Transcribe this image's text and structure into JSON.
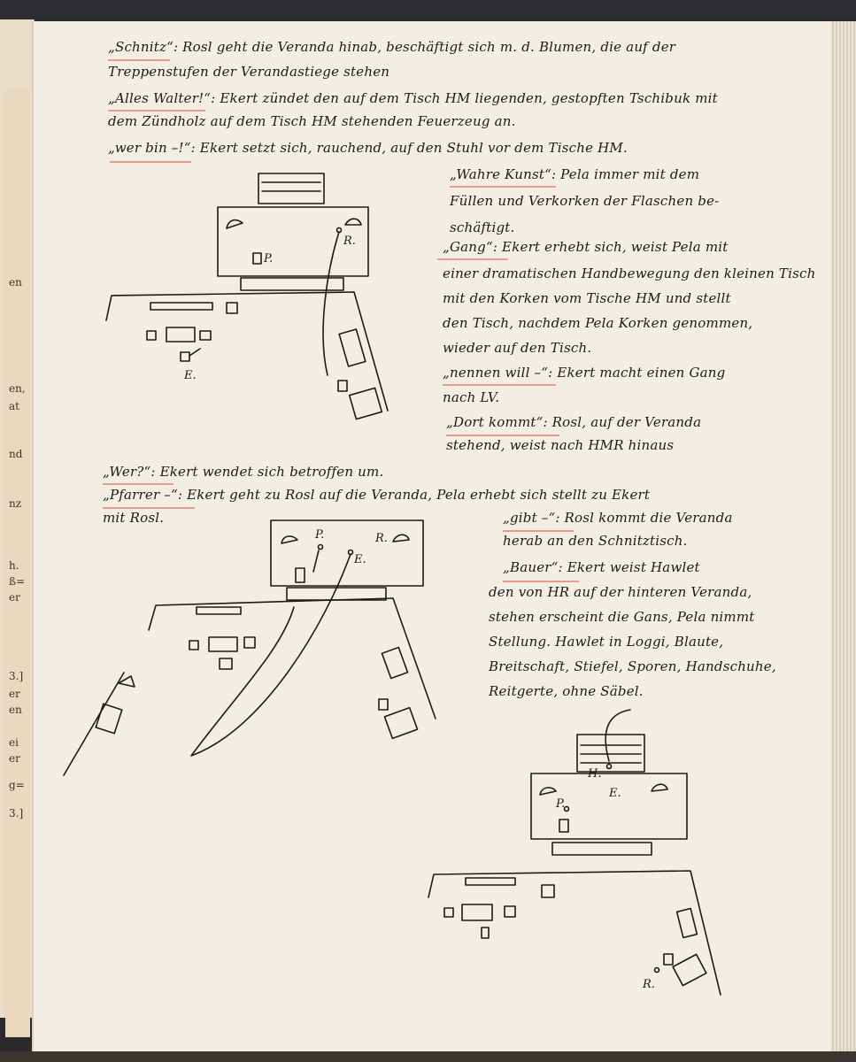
{
  "left_page_fragments": [
    "en",
    "en,",
    "at",
    "nd",
    "nz",
    "h.",
    "ß=",
    "er",
    "3.]",
    "er",
    "en",
    "ei",
    "er",
    "g=",
    "3.]"
  ],
  "lines": [
    {
      "id": "l1",
      "text": "„Schnitz“: Rosl geht die Veranda hinab, beschäftigt sich m. d. Blumen, die auf der"
    },
    {
      "id": "l2",
      "text": "Treppenstufen der Verandastiege stehen"
    },
    {
      "id": "l3",
      "text": "„Alles Walter!“: Ekert zündet den auf dem Tisch HM liegenden, gestopften Tschibuk mit"
    },
    {
      "id": "l4",
      "text": "dem Zündholz auf dem Tisch HM stehenden Feuerzeug an."
    },
    {
      "id": "l5",
      "text": "„wer bin –!“: Ekert setzt sich, rauchend, auf den Stuhl vor dem Tische HM."
    },
    {
      "id": "l6",
      "text": "„Wahre Kunst“: Pela immer mit dem"
    },
    {
      "id": "l7",
      "text": "Füllen und Verkorken der Flaschen be-"
    },
    {
      "id": "l8",
      "text": "schäftigt."
    },
    {
      "id": "l9",
      "text": "„Gang“: Ekert erhebt sich, weist Pela mit"
    },
    {
      "id": "l10",
      "text": "einer dramatischen Handbewegung den kleinen Tisch"
    },
    {
      "id": "l11",
      "text": "mit den Korken vom Tische HM und stellt"
    },
    {
      "id": "l12",
      "text": "den Tisch, nachdem Pela Korken genommen,"
    },
    {
      "id": "l13",
      "text": "wieder auf den Tisch."
    },
    {
      "id": "l14",
      "text": "„nennen will –“: Ekert macht einen Gang"
    },
    {
      "id": "l15",
      "text": "nach LV."
    },
    {
      "id": "l16",
      "text": "„Dort kommt“: Rosl, auf der Veranda"
    },
    {
      "id": "l17",
      "text": "stehend, weist nach HMR hinaus"
    },
    {
      "id": "l18",
      "text": "„Wer?“: Ekert wendet sich betroffen um."
    },
    {
      "id": "l19",
      "text": "„Pfarrer –“: Ekert geht zu Rosl auf die Veranda, Pela erhebt sich stellt zu Ekert"
    },
    {
      "id": "l20",
      "text": "mit Rosl."
    },
    {
      "id": "l21",
      "text": "„gibt –“: Rosl kommt die Veranda"
    },
    {
      "id": "l22",
      "text": "herab an den Schnitztisch."
    },
    {
      "id": "l23",
      "text": "„Bauer“: Ekert weist Hawlet"
    },
    {
      "id": "l24",
      "text": "den von HR auf der hinteren Veranda,"
    },
    {
      "id": "l25",
      "text": "stehen erscheint die Gans, Pela nimmt"
    },
    {
      "id": "l26",
      "text": "Stellung. Hawlet in Loggi, Blaute,"
    },
    {
      "id": "l27",
      "text": "Breitschaft, Stiefel, Sporen, Handschuhe,"
    },
    {
      "id": "l28",
      "text": "Reitgerte, ohne Säbel."
    }
  ],
  "sketch_labels": {
    "s1_R": "R.",
    "s1_P": "P.",
    "s1_E": "E.",
    "s2_P": "P.",
    "s2_R": "R.",
    "s2_E": "E.",
    "s3_H": "H.",
    "s3_P": "P.",
    "s3_E": "E.",
    "s3_R": "R."
  },
  "colors": {
    "ink": "#1d1a17",
    "paper": "#f3eee3",
    "underline": "#e59b90"
  }
}
